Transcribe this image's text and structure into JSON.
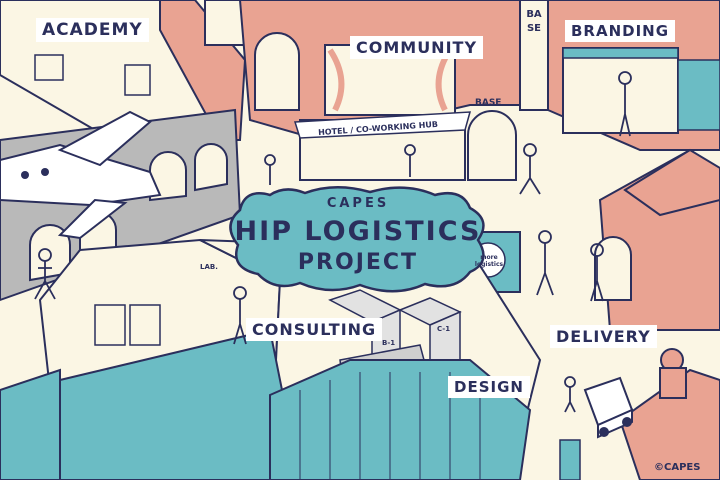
{
  "title": {
    "brand": "CAPES",
    "line1": "HIP LOGISTICS",
    "line2": "PROJECT"
  },
  "sections": {
    "academy": "ACADEMY",
    "community": "COMMUNITY",
    "branding": "BRANDING",
    "consulting": "CONSULTING",
    "delivery": "DELIVERY",
    "design": "DESIGN"
  },
  "signs": {
    "base_vertical": "BASE",
    "base_door": "BASE",
    "hotel": "HOTEL / CO-WORKING HUB",
    "lab": "LAB.",
    "truck": "more logistics",
    "box_b1": "B-1",
    "box_c1": "C-1"
  },
  "credit": "©CAPES",
  "colors": {
    "pink": "#e9a392",
    "teal": "#6bbcc4",
    "cream": "#fbf6e4",
    "navy": "#2b2f5c",
    "gray": "#b9b9b9"
  }
}
